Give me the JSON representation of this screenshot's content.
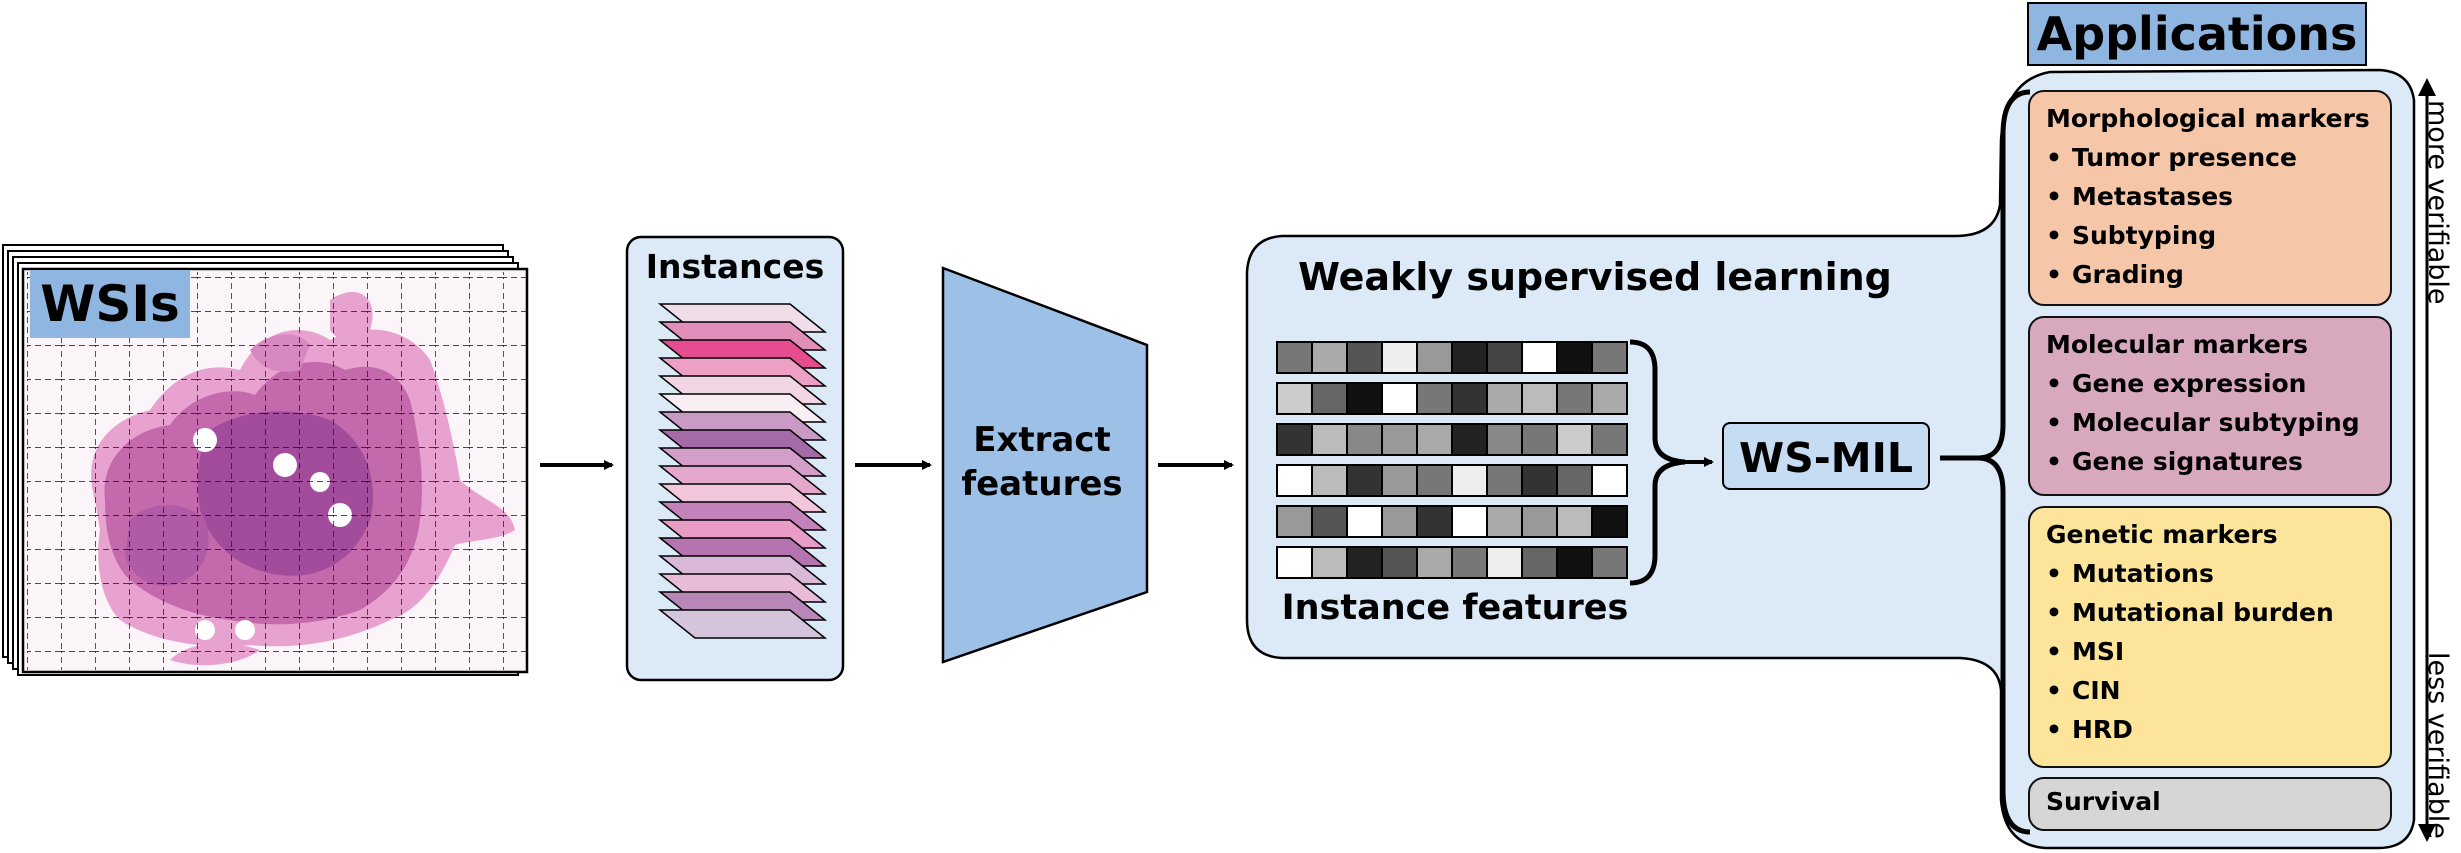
{
  "wsi": {
    "label": "WSIs"
  },
  "instances": {
    "title": "Instances"
  },
  "extract": {
    "label_line1": "Extract",
    "label_line2": "features"
  },
  "wsl": {
    "title": "Weakly supervised learning",
    "instance_features_label": "Instance features",
    "model_label": "WS-MIL"
  },
  "applications": {
    "title": "Applications",
    "categories": [
      {
        "title": "Morphological markers",
        "items": [
          "Tumor presence",
          "Metastases",
          "Subtyping",
          "Grading"
        ],
        "color": "#f6c6a8"
      },
      {
        "title": "Molecular markers",
        "items": [
          "Gene expression",
          "Molecular subtyping",
          "Gene signatures"
        ],
        "color": "#d8a8bf"
      },
      {
        "title": "Genetic markers",
        "items": [
          "Mutations",
          "Mutational burden",
          "MSI",
          "CIN",
          "HRD"
        ],
        "color": "#fce49a"
      },
      {
        "title": "Survival",
        "items": [],
        "color": "#d6d6d6"
      }
    ],
    "axis_top": "more verifiable",
    "axis_bottom": "less verifiable"
  },
  "colors": {
    "accent_blue": "#8fb6e0",
    "panel_blue": "#dce9f6",
    "trapezoid_blue": "#9dc0e6",
    "tissue_pink": "#d67ab8",
    "tissue_purple": "#a34c9c"
  }
}
